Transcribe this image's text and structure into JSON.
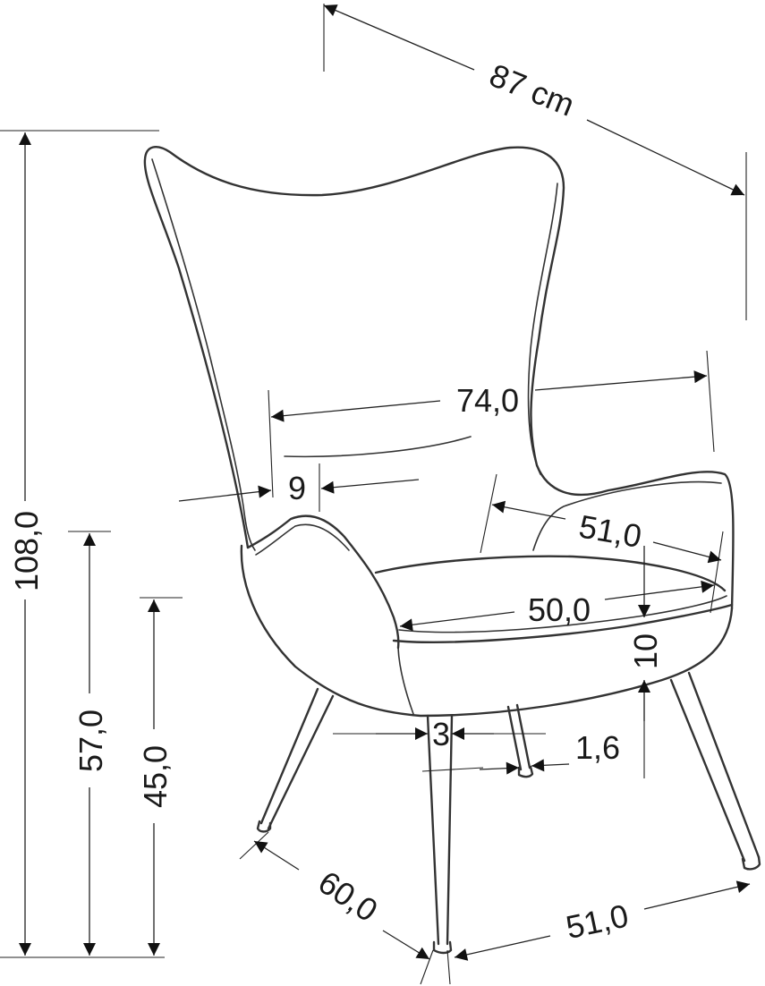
{
  "dimensions": {
    "depth_total": "87 cm",
    "height_total": "108,0",
    "arm_height": "57,0",
    "seat_height": "45,0",
    "width_total": "74,0",
    "side_cushion": "9",
    "arm_depth": "51,0",
    "seat_width": "50,0",
    "seat_thickness": "10",
    "leg_offset": "3",
    "leg_diameter": "1,6",
    "leg_depth": "60,0",
    "leg_width": "51,0"
  },
  "colors": {
    "line": "#333333",
    "text": "#1a1a1a",
    "background": "#ffffff"
  }
}
